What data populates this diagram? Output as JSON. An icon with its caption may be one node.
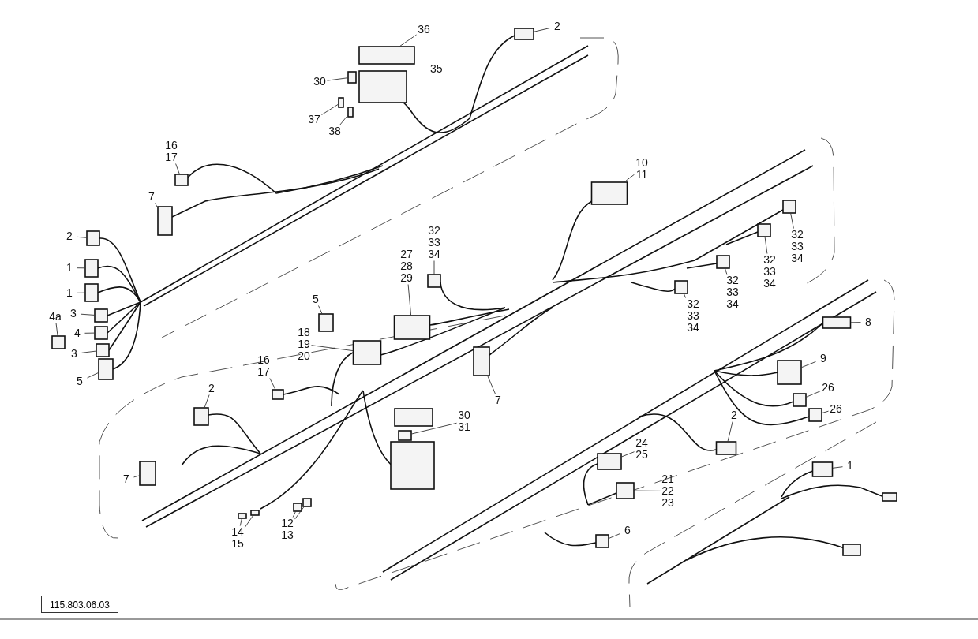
{
  "diagram": {
    "nodes": [
      {
        "text": [
          "36"
        ]
      },
      {
        "text": [
          "2"
        ]
      },
      {
        "text": [
          "30"
        ]
      },
      {
        "text": [
          "37"
        ]
      },
      {
        "text": [
          "38"
        ]
      },
      {
        "text": [
          "16 17"
        ]
      },
      {
        "text": [
          "7"
        ]
      },
      {
        "text": [
          "10 11"
        ]
      },
      {
        "text": [
          "2"
        ]
      },
      {
        "text": [
          "32 33 34"
        ]
      },
      {
        "text": [
          "27 28 29"
        ]
      },
      {
        "text": [
          "32 33 34"
        ]
      },
      {
        "text": [
          "1"
        ]
      },
      {
        "text": [
          "32 33 34"
        ]
      },
      {
        "text": [
          "1"
        ]
      },
      {
        "text": [
          "5"
        ]
      },
      {
        "text": [
          "32 33 34"
        ]
      },
      {
        "text": [
          "32 33 34"
        ]
      },
      {
        "text": [
          "3"
        ]
      },
      {
        "text": [
          "4a"
        ]
      },
      {
        "text": [
          "4"
        ]
      },
      {
        "text": [
          "8"
        ]
      },
      {
        "text": [
          "18 19 20"
        ]
      },
      {
        "text": [
          "3"
        ]
      },
      {
        "text": [
          "9"
        ]
      },
      {
        "text": [
          "5"
        ]
      },
      {
        "text": [
          "16 17"
        ]
      },
      {
        "text": [
          "2"
        ]
      },
      {
        "text": [
          "26"
        ]
      },
      {
        "text": [
          "7"
        ]
      },
      {
        "text": [
          "26"
        ]
      },
      {
        "text": [
          "30 31"
        ]
      },
      {
        "text": [
          "24 25"
        ]
      },
      {
        "text": [
          "2"
        ]
      },
      {
        "text": [
          "21 22 23"
        ]
      },
      {
        "text": [
          "1"
        ]
      },
      {
        "text": [
          "7"
        ]
      },
      {
        "text": [
          "12 13"
        ]
      },
      {
        "text": [
          "14 15"
        ]
      },
      {
        "text": [
          "6"
        ]
      },
      {
        "text": [],
        "shape": "box"
      },
      {
        "text": [],
        "shape": "box"
      },
      {
        "text": [],
        "shape": "box"
      },
      {
        "text": [],
        "shape": "box"
      },
      {
        "text": [],
        "shape": "box"
      },
      {
        "text": [],
        "shape": "box"
      },
      {
        "text": [],
        "shape": "box"
      },
      {
        "text": [],
        "shape": "box"
      },
      {
        "text": [],
        "shape": "box"
      },
      {
        "text": [],
        "shape": "box"
      },
      {
        "text": [],
        "shape": "box"
      },
      {
        "text": [],
        "shape": "box"
      },
      {
        "text": [],
        "shape": "box"
      },
      {
        "text": [],
        "shape": "box"
      },
      {
        "text": [],
        "shape": "box"
      },
      {
        "text": [],
        "shape": "box"
      },
      {
        "text": [],
        "shape": "box"
      },
      {
        "text": [],
        "shape": "box"
      },
      {
        "text": [],
        "shape": "box"
      },
      {
        "text": [],
        "shape": "box"
      },
      {
        "text": [],
        "shape": "box"
      },
      {
        "text": [],
        "shape": "box"
      },
      {
        "text": [],
        "shape": "box"
      },
      {
        "text": [],
        "shape": "box"
      },
      {
        "text": [],
        "shape": "box"
      },
      {
        "text": [],
        "shape": "box"
      },
      {
        "text": [],
        "shape": "box"
      },
      {
        "text": [],
        "shape": "box"
      },
      {
        "text": [],
        "shape": "box"
      },
      {
        "text": [],
        "shape": "box"
      },
      {
        "text": [],
        "shape": "box"
      },
      {
        "text": [],
        "shape": "box"
      },
      {
        "text": [],
        "shape": "box"
      },
      {
        "text": [],
        "shape": "box"
      },
      {
        "text": [],
        "shape": "box"
      },
      {
        "text": [],
        "shape": "box"
      },
      {
        "text": [],
        "shape": "box"
      },
      {
        "text": [],
        "shape": "box"
      },
      {
        "text": [],
        "shape": "box"
      },
      {
        "text": [],
        "shape": "box"
      },
      {
        "text": [],
        "shape": "box"
      },
      {
        "text": [],
        "shape": "box"
      }
    ],
    "edges": [
      {
        "from": 0,
        "to": 40,
        "arrow": "none"
      },
      {
        "from": 1,
        "to": 41,
        "arrow": "none"
      },
      {
        "from": 2,
        "to": 42,
        "arrow": "none"
      },
      {
        "from": 3,
        "to": 43,
        "arrow": "none"
      },
      {
        "from": 4,
        "to": 44,
        "arrow": "none"
      },
      {
        "from": 5,
        "to": 45,
        "arrow": "none"
      },
      {
        "from": 6,
        "to": 46,
        "arrow": "none"
      },
      {
        "from": 7,
        "to": 47,
        "arrow": "none"
      },
      {
        "from": 8,
        "to": 48,
        "arrow": "none"
      },
      {
        "from": 9,
        "to": 49,
        "arrow": "none"
      },
      {
        "from": 10,
        "to": 50,
        "arrow": "none"
      },
      {
        "from": 11,
        "to": 51,
        "arrow": "none"
      },
      {
        "from": 12,
        "to": 52,
        "arrow": "none"
      },
      {
        "from": 13,
        "to": 53,
        "arrow": "none"
      },
      {
        "from": 14,
        "to": 54,
        "arrow": "none"
      },
      {
        "from": 15,
        "to": 55,
        "arrow": "none"
      },
      {
        "from": 16,
        "to": 56,
        "arrow": "none"
      },
      {
        "from": 17,
        "to": 57,
        "arrow": "none"
      },
      {
        "from": 18,
        "to": 58,
        "arrow": "none"
      },
      {
        "from": 19,
        "to": 59,
        "arrow": "none"
      },
      {
        "from": 20,
        "to": 60,
        "arrow": "none"
      },
      {
        "from": 21,
        "to": 61,
        "arrow": "none"
      },
      {
        "from": 22,
        "to": 62,
        "arrow": "none"
      },
      {
        "from": 23,
        "to": 63,
        "arrow": "none"
      },
      {
        "from": 24,
        "to": 64,
        "arrow": "none"
      },
      {
        "from": 25,
        "to": 65,
        "arrow": "none"
      },
      {
        "from": 26,
        "to": 66,
        "arrow": "none"
      },
      {
        "from": 27,
        "to": 67,
        "arrow": "none"
      },
      {
        "from": 28,
        "to": 68,
        "arrow": "none"
      },
      {
        "from": 29,
        "to": 69,
        "arrow": "none"
      },
      {
        "from": 30,
        "to": 70,
        "arrow": "none"
      },
      {
        "from": 31,
        "to": 71,
        "arrow": "none"
      },
      {
        "from": 32,
        "to": 72,
        "arrow": "none"
      },
      {
        "from": 33,
        "to": 73,
        "arrow": "none"
      },
      {
        "from": 34,
        "to": 74,
        "arrow": "none"
      },
      {
        "from": 35,
        "to": 75,
        "arrow": "none"
      },
      {
        "from": 36,
        "to": 76,
        "arrow": "none"
      },
      {
        "from": 37,
        "to": 77,
        "arrow": "none"
      },
      {
        "from": 37,
        "to": 78,
        "arrow": "none"
      },
      {
        "from": 38,
        "to": 79,
        "arrow": "none"
      },
      {
        "from": 38,
        "to": 80,
        "arrow": "none"
      },
      {
        "from": 39,
        "to": 81,
        "arrow": "none"
      }
    ],
    "labels": [
      "35",
      "115.803.06.03"
    ]
  }
}
